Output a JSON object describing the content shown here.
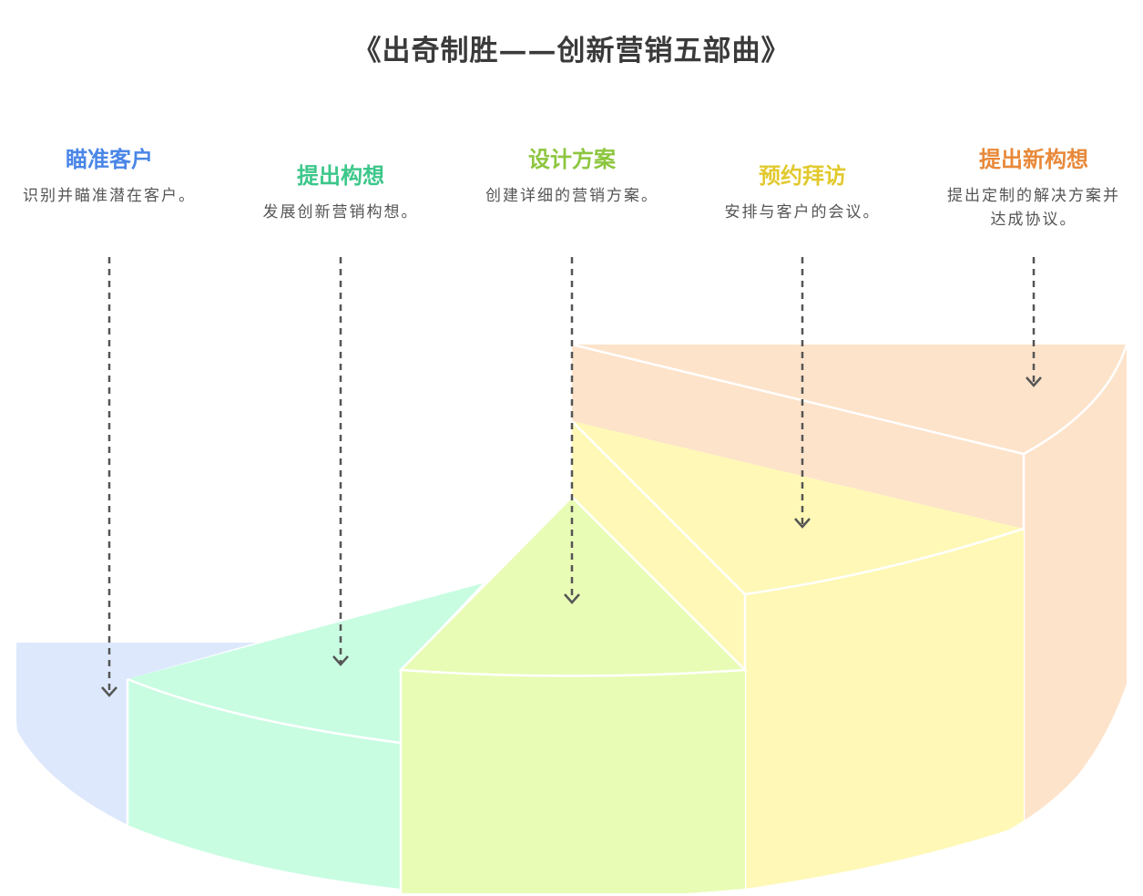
{
  "title": "《出奇制胜——创新营销五部曲》",
  "steps": [
    {
      "title": "瞄准客户",
      "desc": "识别并瞄准潜在客户。",
      "color": "#4a86e8"
    },
    {
      "title": "提出构想",
      "desc": "发展创新营销构想。",
      "color": "#3cc78a"
    },
    {
      "title": "设计方案",
      "desc": "创建详细的营销方案。",
      "color": "#8dc63f"
    },
    {
      "title": "预约拜访",
      "desc": "安排与客户的会议。",
      "color": "#e2c92d"
    },
    {
      "title": "提出新构想",
      "desc": "提出定制的解决方案并达成协议。",
      "color": "#e8893a"
    }
  ],
  "colors": {
    "blue_fill": "#dde8fd",
    "mint_fill": "#c8fde2",
    "lime_fill": "#e9fcb6",
    "yellow_fill": "#fff8b6",
    "peach_fill": "#fde3ca",
    "arrow": "#555555"
  }
}
